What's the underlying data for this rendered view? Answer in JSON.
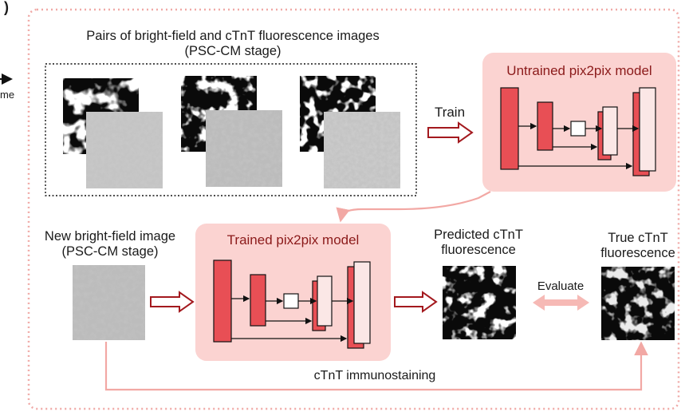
{
  "figure": {
    "panel_letter": ")",
    "time_label": "me",
    "pairs_title_line1": "Pairs of bright-field and cTnT fluorescence images",
    "pairs_title_line2": "(PSC-CM stage)",
    "train_label": "Train",
    "untrained_model_label": "Untrained pix2pix model",
    "trained_model_label": "Trained pix2pix model",
    "new_image_line1": "New bright-field image",
    "new_image_line2": "(PSC-CM stage)",
    "predicted_line1": "Predicted cTnT",
    "predicted_line2": "fluorescence",
    "true_line1": "True cTnT",
    "true_line2": "fluorescence",
    "evaluate_label": "Evaluate",
    "immunostaining_label": "cTnT immunostaining"
  },
  "colors": {
    "dashed_border": "#f0a9a6",
    "panel_fill": "#fbd3d1",
    "model_title": "#8b1a1a",
    "dark_red_block": "#e84f55",
    "light_block": "#fbe7e6",
    "outline_arrow": "#a3191e",
    "connector": "#f2a8a4"
  }
}
